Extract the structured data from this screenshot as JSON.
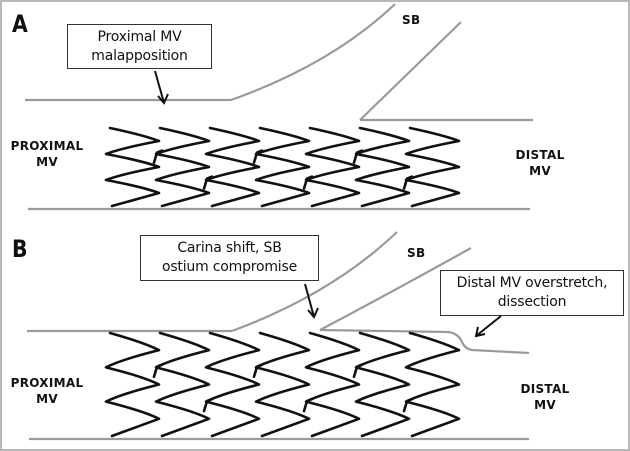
{
  "figure": {
    "panels": [
      {
        "id": "A",
        "letter": "A",
        "callouts": [
          {
            "line1": "Proximal MV",
            "line2": "malapposition"
          }
        ],
        "labels": {
          "side_branch": "SB",
          "proximal": {
            "line1": "PROXIMAL",
            "line2": "MV"
          },
          "distal": {
            "line1": "DISTAL",
            "line2": "MV"
          }
        },
        "stent_segments": 7
      },
      {
        "id": "B",
        "letter": "B",
        "callouts": [
          {
            "line1": "Carina shift, SB",
            "line2": "ostium compromise"
          },
          {
            "line1": "Distal MV overstretch,",
            "line2": "dissection"
          }
        ],
        "labels": {
          "side_branch": "SB",
          "proximal": {
            "line1": "PROXIMAL",
            "line2": "MV"
          },
          "distal": {
            "line1": "DISTAL",
            "line2": "MV"
          }
        },
        "stent_segments": 7
      }
    ],
    "colors": {
      "vessel_wall": "#9a9a9a",
      "stent_strut": "#111111",
      "frame": "#b8b8b8"
    }
  }
}
